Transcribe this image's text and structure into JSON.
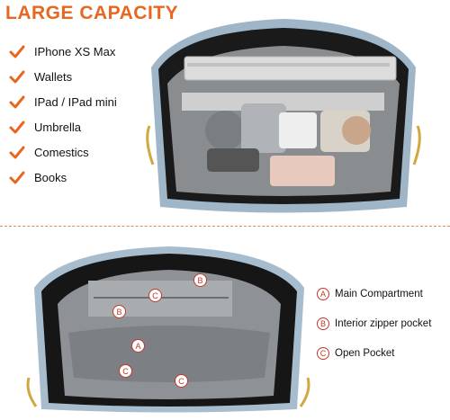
{
  "header": {
    "title": "LARGE CAPACITY"
  },
  "features": [
    {
      "label": "IPhone XS Max"
    },
    {
      "label": "Wallets"
    },
    {
      "label": "IPad / IPad mini"
    },
    {
      "label": "Umbrella"
    },
    {
      "label": "Comestics"
    },
    {
      "label": "Books"
    }
  ],
  "legend": [
    {
      "letter": "A",
      "label": "Main Compartment"
    },
    {
      "letter": "B",
      "label": "Interior zipper pocket"
    },
    {
      "letter": "C",
      "label": "Open Pocket"
    }
  ],
  "photo_pins": {
    "top_b": "B",
    "left_c": "C",
    "left_b": "B",
    "mid_a": "A",
    "low_c": "C",
    "right_c": "C"
  },
  "colors": {
    "accent": "#e8661f",
    "title": "#e8661f",
    "badge": "#c0392b"
  }
}
